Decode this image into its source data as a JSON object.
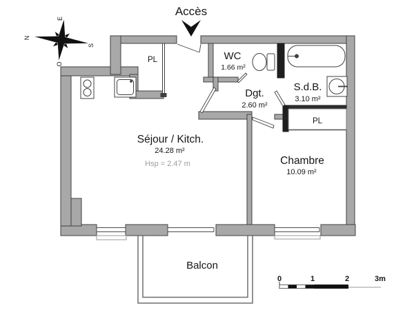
{
  "title": "Apartment floor plan",
  "entrance": {
    "label": "Accès"
  },
  "compass": {
    "east": "E",
    "north": "N",
    "south": "S",
    "west": "O"
  },
  "rooms": {
    "sejour": {
      "name": "Séjour / Kitch.",
      "area": "24.28 m²",
      "height_note": "Hsp = 2.47 m"
    },
    "chambre": {
      "name": "Chambre",
      "area": "10.09 m²"
    },
    "wc": {
      "name": "WC",
      "area": "1.66 m²"
    },
    "sdb": {
      "name": "S.d.B.",
      "area": "3.10 m²"
    },
    "dgt": {
      "name": "Dgt.",
      "area": "2.60 m²"
    },
    "balcon": {
      "name": "Balcon"
    },
    "pl_entry": {
      "name": "PL"
    },
    "pl_chambre": {
      "name": "PL"
    }
  },
  "scale_bar": {
    "tick0": "0",
    "tick1": "1",
    "tick2": "2",
    "tick3": "3m"
  },
  "colors": {
    "wall": "#a8a8a8",
    "wall_dark": "#1f1f1f",
    "outline": "#3f3f3f",
    "text": "#161616",
    "muted_text": "#9b9b9b",
    "thin_line": "#6e6e6e"
  }
}
